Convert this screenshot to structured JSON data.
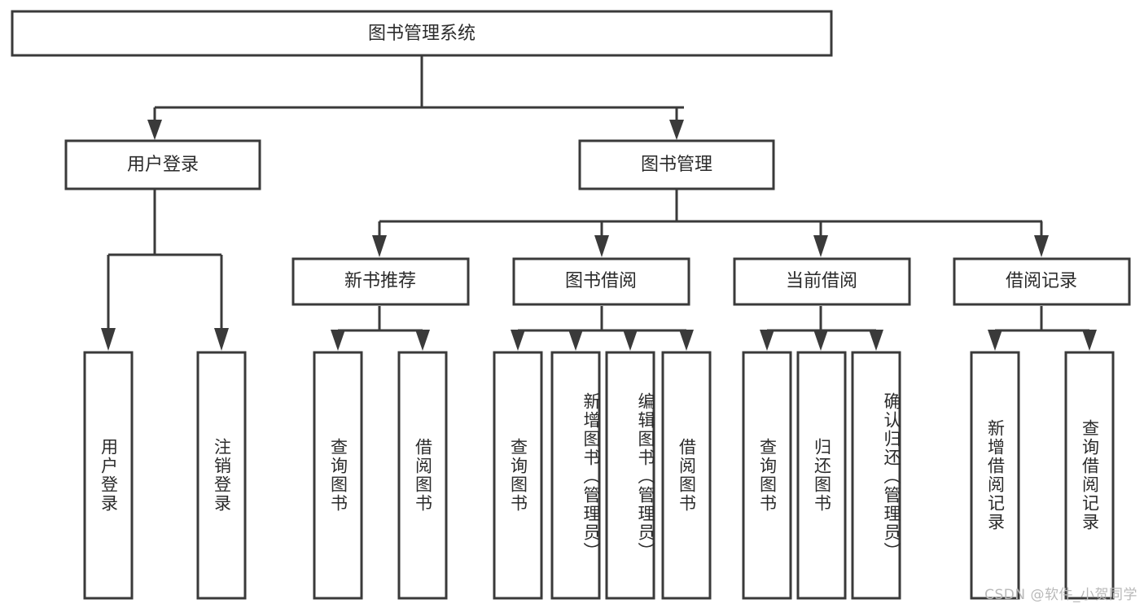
{
  "diagram": {
    "type": "tree",
    "title": "图书管理系统",
    "colors": {
      "box_stroke": "#3a3a3a",
      "box_fill": "#ffffff",
      "text": "#2b2b2b",
      "edge": "#3a3a3a",
      "background": "#ffffff",
      "watermark": "#b9b9b9"
    },
    "root": {
      "label": "图书管理系统"
    },
    "level2": [
      {
        "id": "user-login",
        "label": "用户登录"
      },
      {
        "id": "book-manage",
        "label": "图书管理"
      }
    ],
    "level3": [
      {
        "id": "new-book-recommend",
        "label": "新书推荐"
      },
      {
        "id": "book-borrow",
        "label": "图书借阅"
      },
      {
        "id": "current-borrow",
        "label": "当前借阅"
      },
      {
        "id": "borrow-record",
        "label": "借阅记录"
      }
    ],
    "leaves": {
      "user-login": [
        {
          "id": "leaf-user-login",
          "label": "用户登录"
        },
        {
          "id": "leaf-logout-login",
          "label": "注销登录"
        }
      ],
      "new-book-recommend": [
        {
          "id": "leaf-query-book-1",
          "label": "查询图书"
        },
        {
          "id": "leaf-borrow-book-1",
          "label": "借阅图书"
        }
      ],
      "book-borrow": [
        {
          "id": "leaf-query-book-2",
          "label": "查询图书"
        },
        {
          "id": "leaf-add-book",
          "label": "新增图书（管理员）"
        },
        {
          "id": "leaf-edit-book",
          "label": "编辑图书（管理员）"
        },
        {
          "id": "leaf-borrow-book-2",
          "label": "借阅图书"
        }
      ],
      "current-borrow": [
        {
          "id": "leaf-query-book-3",
          "label": "查询图书"
        },
        {
          "id": "leaf-return-book",
          "label": "归还图书"
        },
        {
          "id": "leaf-confirm-return",
          "label": "确认归还（管理员）"
        }
      ],
      "borrow-record": [
        {
          "id": "leaf-add-record",
          "label": "新增借阅记录"
        },
        {
          "id": "leaf-query-record",
          "label": "查询借阅记录"
        }
      ]
    }
  },
  "watermark": {
    "text": "CSDN @软件_小贺同学"
  }
}
